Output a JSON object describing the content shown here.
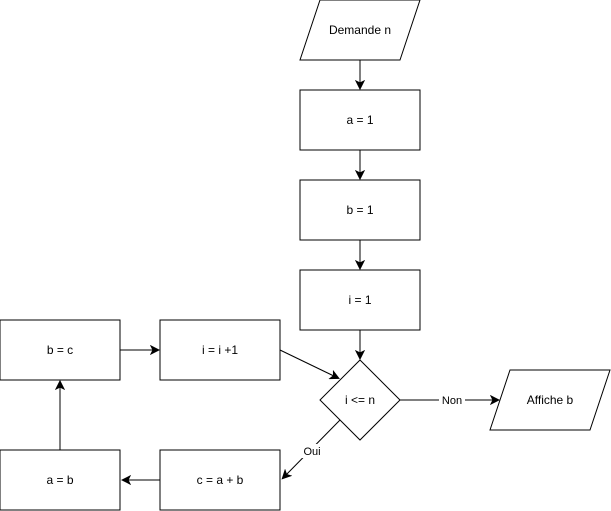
{
  "diagram": {
    "nodes": {
      "input_n": {
        "label": "Demande n",
        "shape": "parallelogram"
      },
      "assign_a1": {
        "label": "a = 1",
        "shape": "rectangle"
      },
      "assign_b1": {
        "label": "b = 1",
        "shape": "rectangle"
      },
      "assign_i1": {
        "label": "i = 1",
        "shape": "rectangle"
      },
      "condition": {
        "label": "i <= n",
        "shape": "diamond"
      },
      "output_b": {
        "label": "Affiche b",
        "shape": "parallelogram"
      },
      "assign_c": {
        "label": "c = a + b",
        "shape": "rectangle"
      },
      "assign_a_b": {
        "label": "a = b",
        "shape": "rectangle"
      },
      "assign_b_c": {
        "label": "b = c",
        "shape": "rectangle"
      },
      "increment_i": {
        "label": "i = i +1",
        "shape": "rectangle"
      }
    },
    "edges": {
      "no_label": "Non",
      "yes_label": "Oui"
    },
    "colors": {
      "stroke": "#000000",
      "fill": "#ffffff",
      "text": "#000000"
    }
  }
}
